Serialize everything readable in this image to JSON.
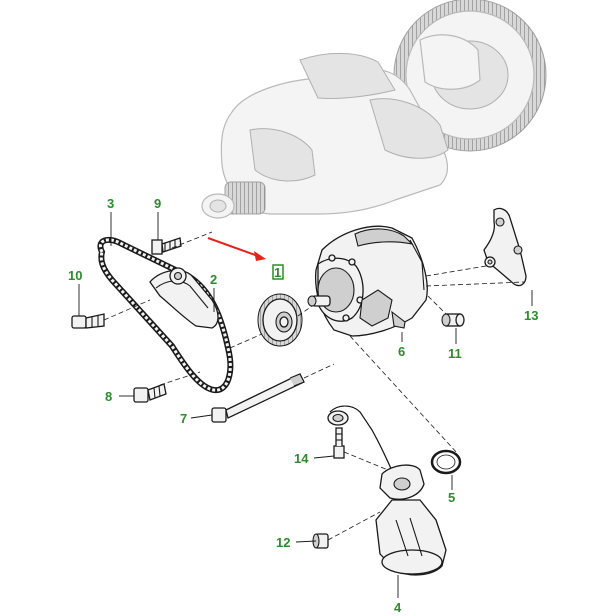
{
  "colors": {
    "label": "#2e8b2e",
    "arrow": "#e8221b",
    "highlight": "#2e8b2e",
    "line": "#1a1a1a",
    "ghost": "#b9b9b9"
  },
  "callouts": {
    "c1": "1",
    "c2": "2",
    "c3": "3",
    "c4": "4",
    "c5": "5",
    "c6": "6",
    "c7": "7",
    "c8": "8",
    "c9": "9",
    "c10": "10",
    "c11": "11",
    "c12": "12",
    "c13": "13",
    "c14": "14"
  }
}
